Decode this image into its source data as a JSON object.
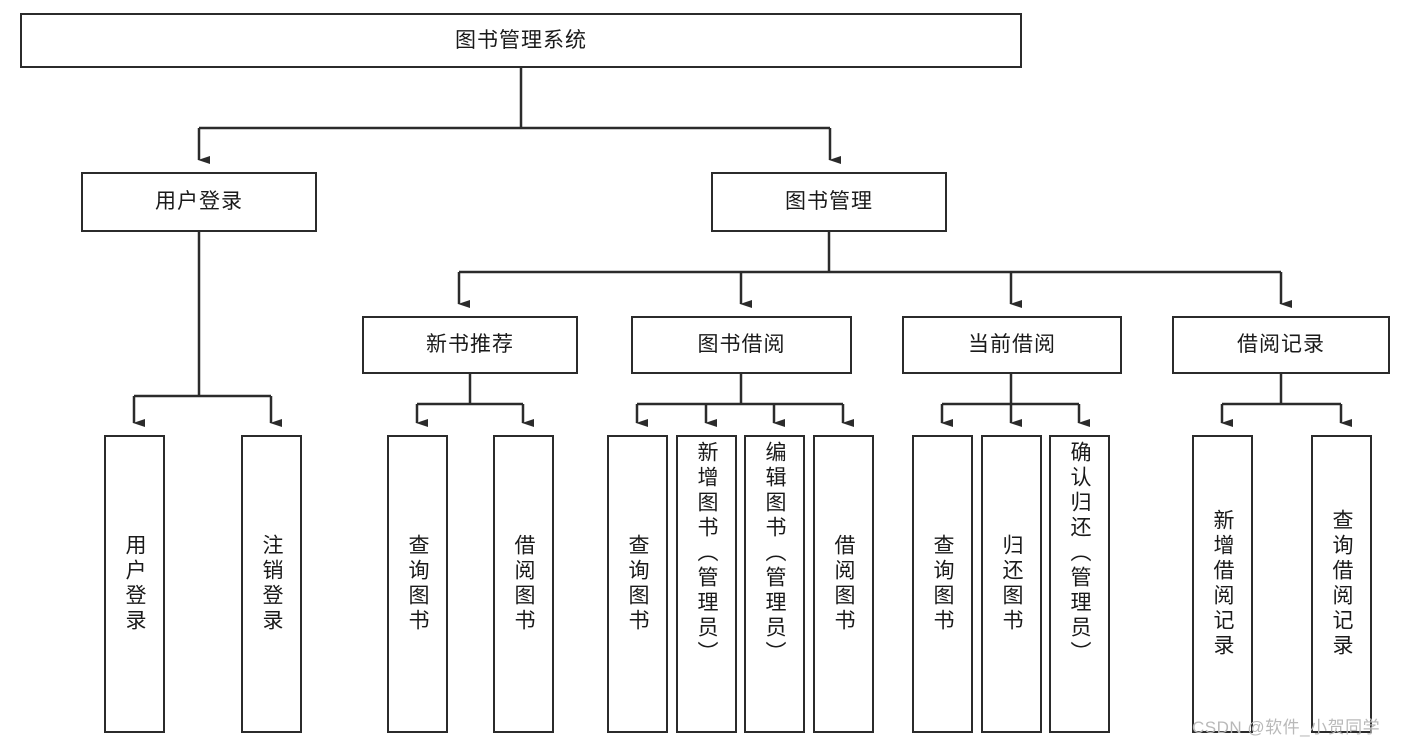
{
  "diagram": {
    "title_node": {
      "label": "图书管理系统"
    },
    "level2": [
      {
        "id": "user-login",
        "label": "用户登录"
      },
      {
        "id": "book-management",
        "label": "图书管理"
      }
    ],
    "level3": [
      {
        "id": "new-book-recommend",
        "label": "新书推荐"
      },
      {
        "id": "book-borrow",
        "label": "图书借阅"
      },
      {
        "id": "current-borrow",
        "label": "当前借阅"
      },
      {
        "id": "borrow-record",
        "label": "借阅记录"
      }
    ],
    "leaves": {
      "user_login": [
        {
          "id": "leaf-user-login",
          "label": "用户登录"
        },
        {
          "id": "leaf-logout-login",
          "label": "注销登录"
        }
      ],
      "new_book_recommend": [
        {
          "id": "leaf-query-book-1",
          "label": "查询图书"
        },
        {
          "id": "leaf-borrow-book-1",
          "label": "借阅图书"
        }
      ],
      "book_borrow": [
        {
          "id": "leaf-query-book-2",
          "label": "查询图书"
        },
        {
          "id": "leaf-add-book",
          "label": "新增图书（管理员）"
        },
        {
          "id": "leaf-edit-book",
          "label": "编辑图书（管理员）"
        },
        {
          "id": "leaf-borrow-book-2",
          "label": "借阅图书"
        }
      ],
      "current_borrow": [
        {
          "id": "leaf-query-book-3",
          "label": "查询图书"
        },
        {
          "id": "leaf-return-book",
          "label": "归还图书"
        },
        {
          "id": "leaf-confirm-return",
          "label": "确认归还（管理员）"
        }
      ],
      "borrow_record": [
        {
          "id": "leaf-add-record",
          "label": "新增借阅记录"
        },
        {
          "id": "leaf-query-record",
          "label": "查询借阅记录"
        }
      ]
    },
    "watermark": "CSDN @软件_小贺同学",
    "colors": {
      "stroke": "#2b2b2b",
      "background": "#ffffff",
      "text": "#1a1a1a",
      "watermark": "#b9b9b9"
    }
  }
}
